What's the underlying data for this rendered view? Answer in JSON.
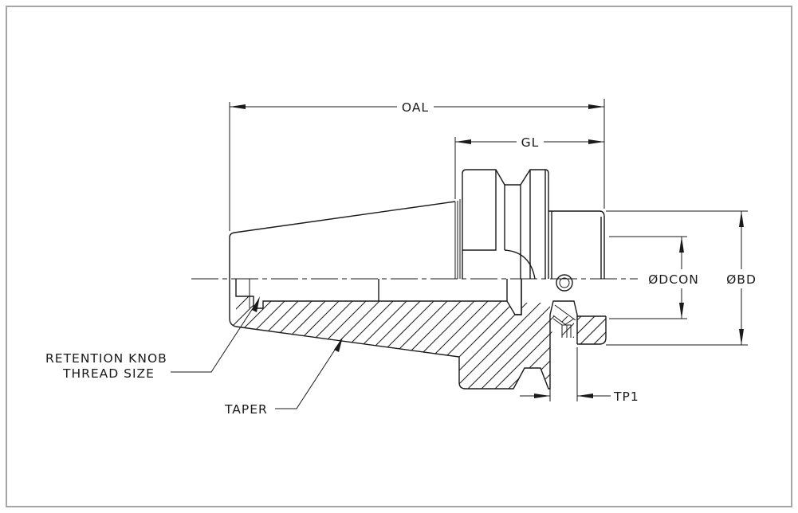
{
  "drawing": {
    "title": "Tool holder cross-section dimension diagram",
    "dimensions": {
      "overall_length": "OAL",
      "gauge_length": "GL",
      "connection_diameter": "ØDCON",
      "body_diameter": "ØBD",
      "tp1": "TP1"
    },
    "callouts": {
      "retention_knob_line1": "RETENTION KNOB",
      "retention_knob_line2": "THREAD SIZE",
      "taper": "TAPER"
    },
    "colors": {
      "line": "#1a1a1a",
      "frame": "#a6a6a6",
      "background": "#ffffff"
    }
  }
}
